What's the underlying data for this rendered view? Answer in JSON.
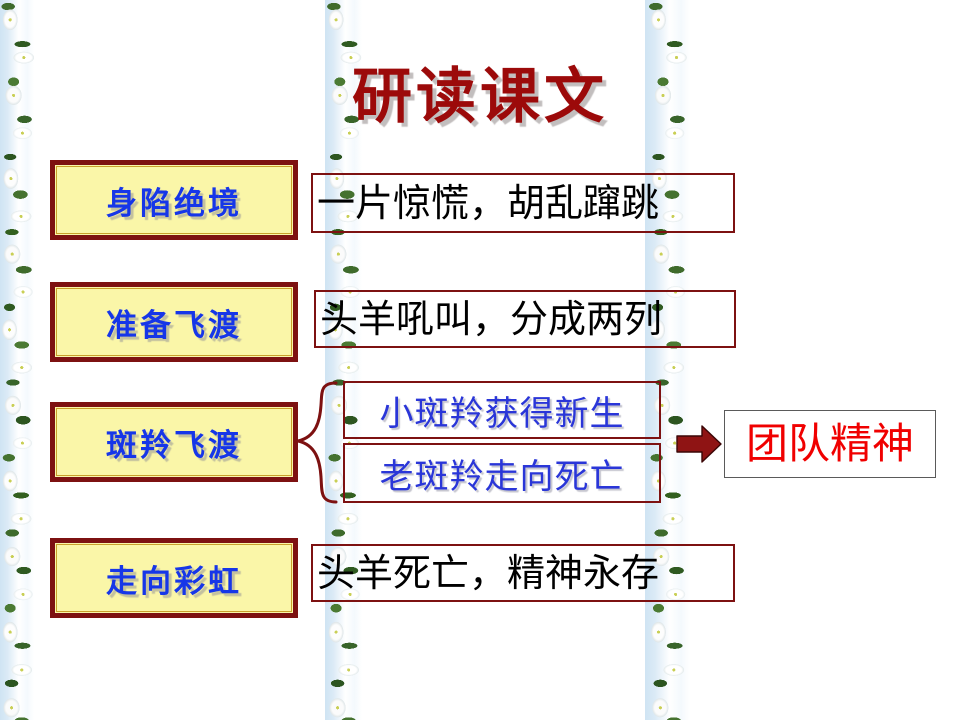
{
  "slide": {
    "title": "研读课文",
    "title_color": "#9c0a0a",
    "background_color": "#ffffff",
    "accent_border_color": "#7d1111",
    "label_fill_color": "#faf6a8",
    "label_text_color": "#1636e8",
    "conclusion_text_color": "#f00000"
  },
  "stages": [
    {
      "label": "身陷绝境"
    },
    {
      "label": "准备飞渡"
    },
    {
      "label": "斑羚飞渡"
    },
    {
      "label": "走向彩虹"
    }
  ],
  "descriptions": [
    {
      "text": "一片惊慌，胡乱蹿跳"
    },
    {
      "text": "头羊吼叫，分成两列"
    },
    {
      "text": "头羊死亡，精神永存"
    }
  ],
  "sub_items": [
    {
      "text": "小斑羚获得新生"
    },
    {
      "text": "老斑羚走向死亡"
    }
  ],
  "conclusion": {
    "text": "团队精神"
  },
  "decorations": {
    "brace": "left-curly-brace",
    "arrow": "right-block-arrow",
    "border_strips": [
      "floral-lily-strip-left",
      "floral-lily-strip-middle",
      "floral-lily-strip-right"
    ]
  }
}
